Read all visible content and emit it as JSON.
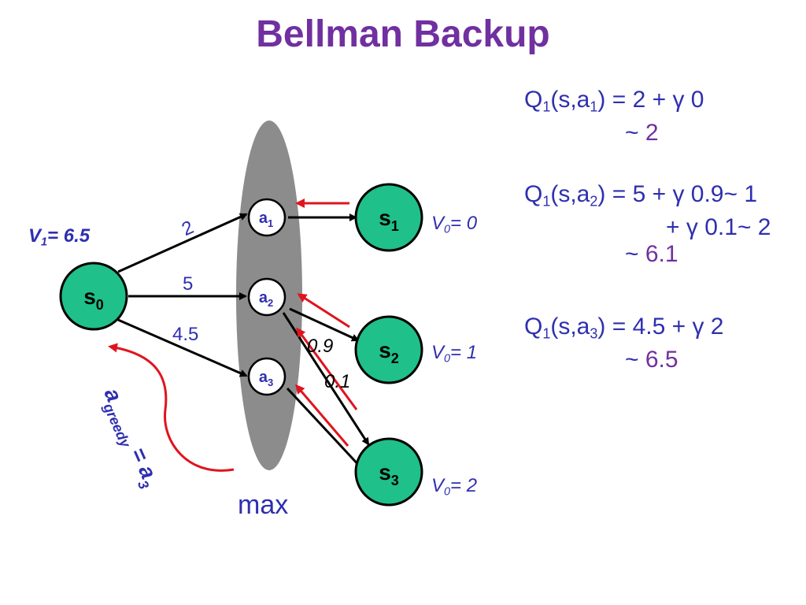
{
  "title": "Bellman Backup",
  "nodes": {
    "s0": {
      "letter": "s",
      "sub": "0"
    },
    "s1": {
      "letter": "s",
      "sub": "1"
    },
    "s2": {
      "letter": "s",
      "sub": "2"
    },
    "s3": {
      "letter": "s",
      "sub": "3"
    },
    "a1": {
      "letter": "a",
      "sub": "1"
    },
    "a2": {
      "letter": "a",
      "sub": "2"
    },
    "a3": {
      "letter": "a",
      "sub": "3"
    }
  },
  "edge_rewards": {
    "a1": "2",
    "a2": "5",
    "a3": "4.5"
  },
  "probabilities": {
    "a2_s2": "0.9",
    "a2_s3": "0.1"
  },
  "values": {
    "v1": {
      "sym": "V",
      "sub": "1",
      "rest": "= 6.5"
    },
    "s1": {
      "sym": "V",
      "sub": "0",
      "rest": "= 0"
    },
    "s2": {
      "sym": "V",
      "sub": "0",
      "rest": "= 1"
    },
    "s3": {
      "sym": "V",
      "sub": "0",
      "rest": "= 2"
    }
  },
  "greedy": {
    "a": "a",
    "sub": "greedy",
    "eq": "=",
    "a3": "a",
    "a3_sub": "3"
  },
  "max_label": "max",
  "equations": {
    "q1": {
      "q_sub": "1",
      "args": "(s,a",
      "args_sub": "1",
      "close": ")",
      "rhs": " = 2 + γ 0",
      "approx": "~ ",
      "result": "2"
    },
    "q2": {
      "q_sub": "1",
      "args": "(s,a",
      "args_sub": "2",
      "close": ")",
      "rhs": " = 5 + γ 0.9~ 1",
      "line2": "+ γ 0.1~ 2",
      "approx": "~ ",
      "result": "6.1"
    },
    "q3": {
      "q_sub": "1",
      "args": "(s,a",
      "args_sub": "3",
      "close": ")",
      "rhs": " = 4.5 + γ 2",
      "approx": "~ ",
      "result": "6.5"
    }
  },
  "colors": {
    "state_fill": "#1fc08a",
    "accent": "#7030a0",
    "text_blue": "#2f2fb0",
    "backup_arrow": "#e0141e",
    "max_oval": "#8c8c8c"
  }
}
